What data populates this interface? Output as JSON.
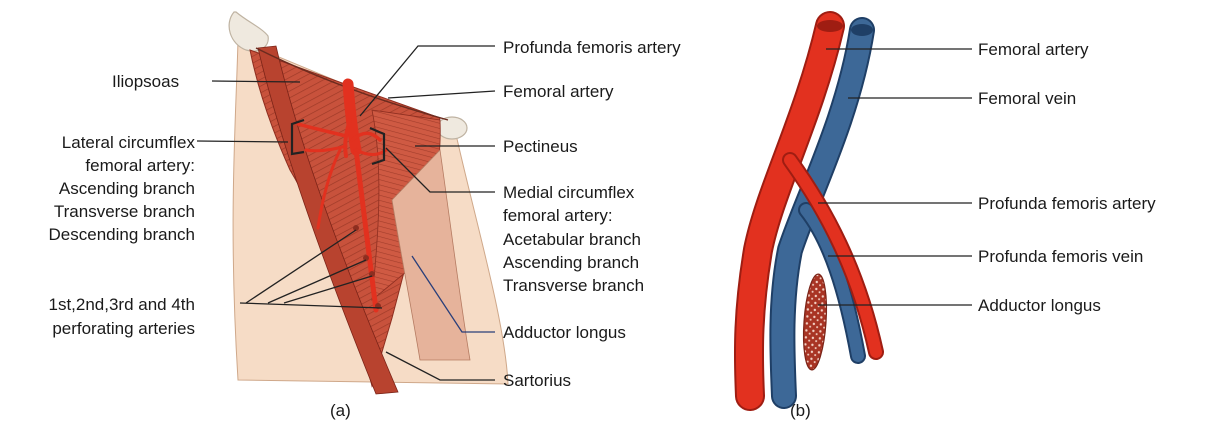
{
  "colors": {
    "artery": "#e2311f",
    "artery_dark": "#9f1d12",
    "vein": "#3d6897",
    "vein_dark": "#1f3f66",
    "muscle": "#c8523c",
    "muscle_dark": "#8e2e20",
    "skin": "#f6dcc6",
    "bone": "#efe9df"
  },
  "panel_a": {
    "caption": "(a)",
    "labels": {
      "iliopsoas": "Iliopsoas",
      "lateral_circumflex": [
        "Lateral circumflex",
        "femoral artery:",
        "Ascending branch",
        "Transverse branch",
        "Descending branch"
      ],
      "perforating": [
        "1st,2nd,3rd and 4th",
        "perforating arteries"
      ],
      "profunda_femoris_artery": "Profunda femoris  artery",
      "femoral_artery": "Femoral artery",
      "pectineus": "Pectineus",
      "medial_circumflex": [
        "Medial circumflex",
        "femoral artery:",
        "Acetabular branch",
        "Ascending branch",
        "Transverse branch"
      ],
      "adductor_longus": "Adductor longus",
      "sartorius": "Sartorius"
    }
  },
  "panel_b": {
    "caption": "(b)",
    "labels": {
      "femoral_artery": "Femoral artery",
      "femoral_vein": "Femoral vein",
      "profunda_femoris_artery": "Profunda femoris artery",
      "profunda_femoris_vein": "Profunda femoris vein",
      "adductor_longus": "Adductor longus"
    }
  }
}
